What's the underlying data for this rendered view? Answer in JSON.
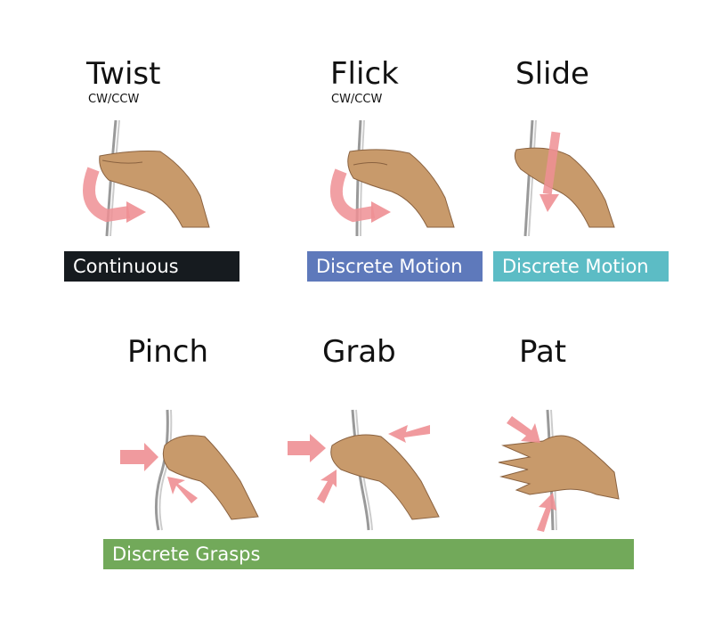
{
  "gestures": {
    "twist": {
      "title": "Twist",
      "sub": "CW/CCW"
    },
    "flick": {
      "title": "Flick",
      "sub": "CW/CCW"
    },
    "slide": {
      "title": "Slide"
    },
    "pinch": {
      "title": "Pinch"
    },
    "grab": {
      "title": "Grab"
    },
    "pat": {
      "title": "Pat"
    }
  },
  "labels": {
    "continuous": "Continuous",
    "discrete_motion_1": "Discrete Motion",
    "discrete_motion_2": "Discrete Motion",
    "discrete_grasps": "Discrete Grasps"
  },
  "colors": {
    "continuous": "#161b1f",
    "discrete_motion_1": "#5e79bb",
    "discrete_motion_2": "#5cbcc5",
    "discrete_grasps": "#72a95a",
    "arrow": "#ee8f94",
    "skin": "#c79868",
    "rope": "#8f8f8f"
  }
}
